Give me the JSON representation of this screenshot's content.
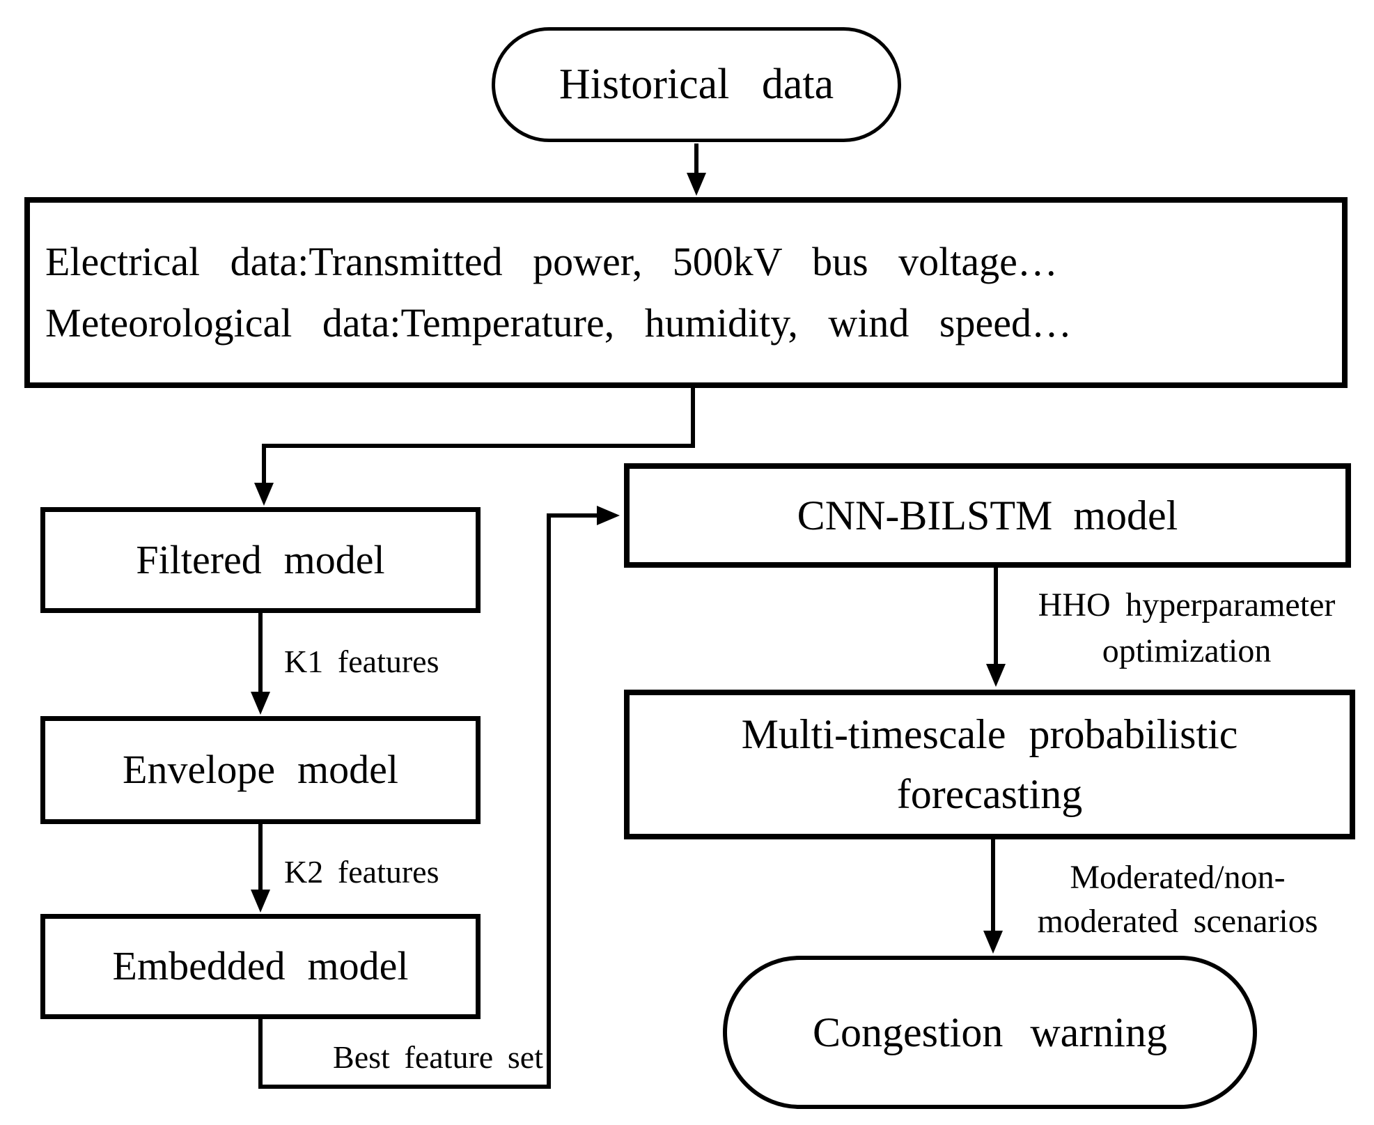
{
  "nodes": {
    "historical": {
      "label": "Historical data"
    },
    "data_box": {
      "line1": "Electrical data:Transmitted power, 500kV bus voltage…",
      "line2": "Meteorological data:Temperature, humidity, wind speed…"
    },
    "filtered": {
      "label": "Filtered model"
    },
    "envelope": {
      "label": "Envelope model"
    },
    "embedded": {
      "label": "Embedded model"
    },
    "cnn": {
      "label": "CNN-BILSTM model"
    },
    "multi": {
      "line1": "Multi-timescale probabilistic",
      "line2": "forecasting"
    },
    "congestion": {
      "label": "Congestion warning"
    }
  },
  "edge_labels": {
    "k1": "K1 features",
    "k2": "K2 features",
    "best": "Best feature set",
    "hho_line1": "HHO hyperparameter",
    "hho_line2": "optimization",
    "mod_line1": "Moderated/non-",
    "mod_line2": "moderated scenarios"
  },
  "colors": {
    "stroke": "#000000",
    "background": "#ffffff"
  }
}
